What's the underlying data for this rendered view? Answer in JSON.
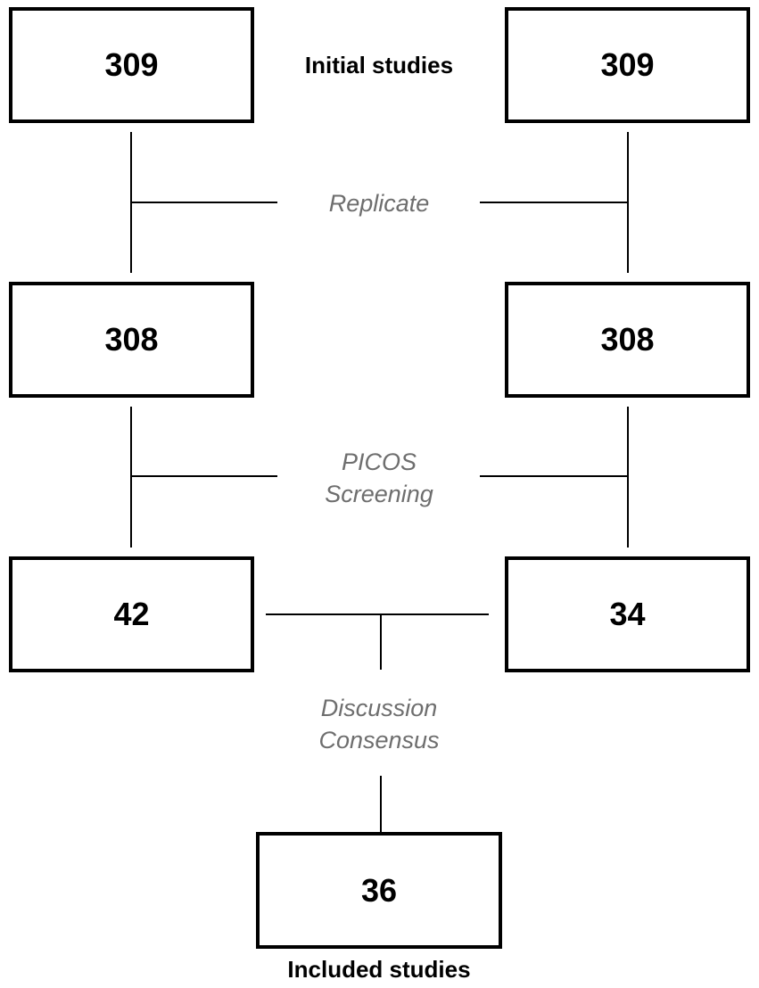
{
  "labels": {
    "initial": "Initial studies",
    "included": "Included studies",
    "replicate": "Replicate",
    "picos_line1": "PICOS",
    "picos_line2": "Screening",
    "discussion_line1": "Discussion",
    "discussion_line2": "Consensus"
  },
  "boxes": {
    "left_initial": "309",
    "right_initial": "309",
    "left_replicate": "308",
    "right_replicate": "308",
    "left_screened": "42",
    "right_screened": "34",
    "included": "36"
  }
}
